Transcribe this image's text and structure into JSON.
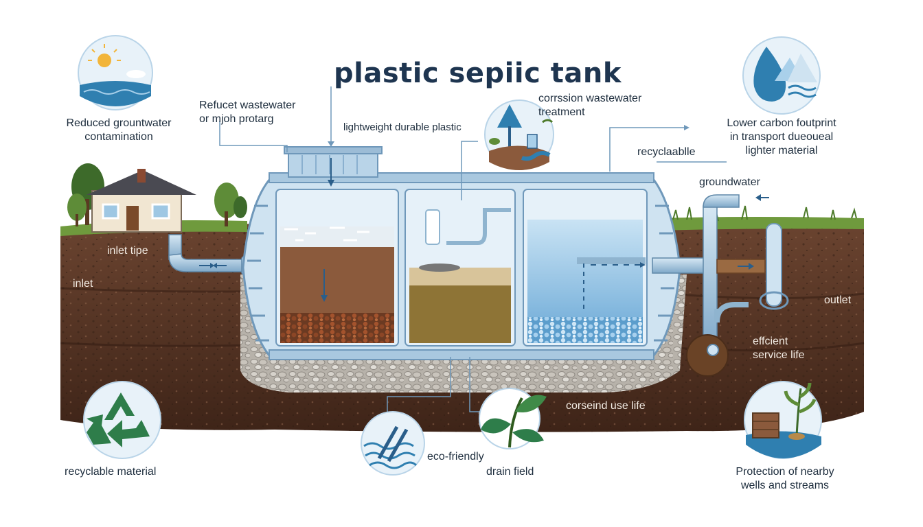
{
  "title": "plastic sepiic tank",
  "labels": {
    "reduced_contamination": [
      "Reduced grountwater",
      "contamination"
    ],
    "refucet_wastewater": [
      "Refucet wastewater",
      "or mjoh protarg"
    ],
    "lightweight": "lightweight durable plastic",
    "corrosion_treatment": [
      "corrssion wastewater",
      "treatment"
    ],
    "lower_carbon": [
      "Lower carbon foutprint",
      "in transport dueoueal",
      "lighter material"
    ],
    "recyclable_short": "recyclaablle",
    "groundwater": "groundwater",
    "inlet_pipe": "inlet tipe",
    "inlet": "inlet",
    "outlet": "outlet",
    "efficient_service": [
      "effcient",
      "service life"
    ],
    "corsseind_use": "corseind use life",
    "eco_friendly": "eco-friendly",
    "drain_field": "drain field",
    "recyclable_material": "recyclable material",
    "protection": [
      "Protection of nearby",
      "wells and streams"
    ]
  },
  "icons": [
    "sun-water-icon",
    "water-drop-icon",
    "recycle-icon",
    "tree-treatment-icon",
    "drain-pipes-icon",
    "plant-leaf-icon",
    "well-plant-icon",
    "house-icon"
  ],
  "colors": {
    "title": "#1e3550",
    "tank_frame": "#8fb4cf",
    "tank_water": "#a9d0ea",
    "soil_dark": "#4a2d1f",
    "soil_mid": "#6b4430",
    "grass": "#6f9a3d",
    "sludge": "#7a4a30",
    "sand": "#cfb98a",
    "icon_blue": "#2f7fb0",
    "recycle_green": "#2e7d4a"
  }
}
